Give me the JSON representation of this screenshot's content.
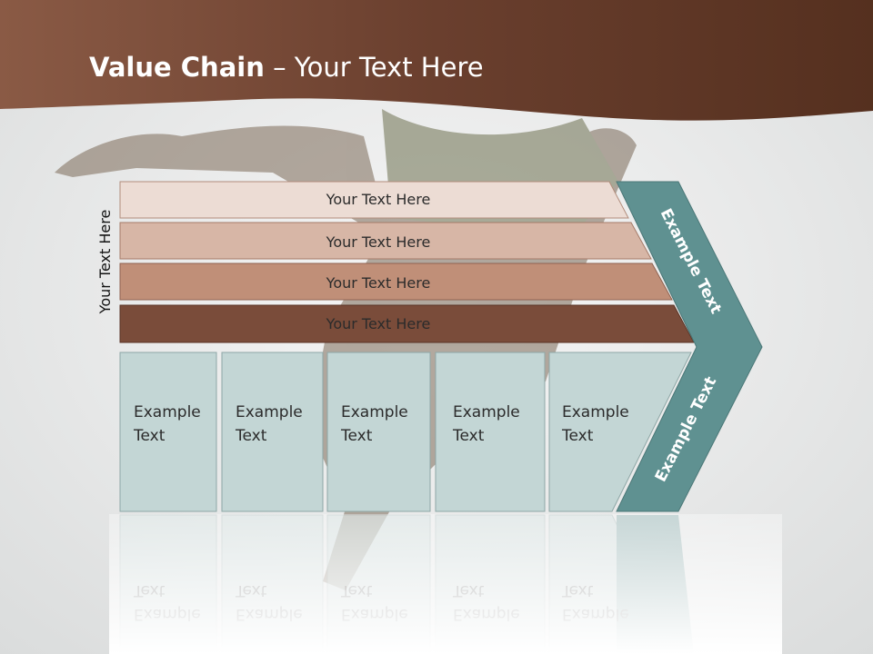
{
  "slide": {
    "title_bold": "Value Chain",
    "title_rest": " – Your Text Here",
    "side_label": "Your Text Here"
  },
  "bars": [
    {
      "label": "Your Text Here",
      "color": "#ecdcd4"
    },
    {
      "label": "Your Text Here",
      "color": "#d7b6a6"
    },
    {
      "label": "Your Text Here",
      "color": "#c08f78"
    },
    {
      "label": "Your Text Here",
      "color": "#7a4c3a"
    }
  ],
  "boxes": [
    {
      "line1": "Example",
      "line2": "Text"
    },
    {
      "line1": "Example",
      "line2": "Text"
    },
    {
      "line1": "Example",
      "line2": "Text"
    },
    {
      "line1": "Example",
      "line2": "Text"
    },
    {
      "line1": "Example",
      "line2": "Text"
    }
  ],
  "chevron": {
    "upper_text": "Example Text",
    "lower_text": "Example Text",
    "color": "#5f9191"
  },
  "colors": {
    "header": "#6b3e2c",
    "box_fill": "#c3d6d5",
    "background": "#efefef"
  }
}
